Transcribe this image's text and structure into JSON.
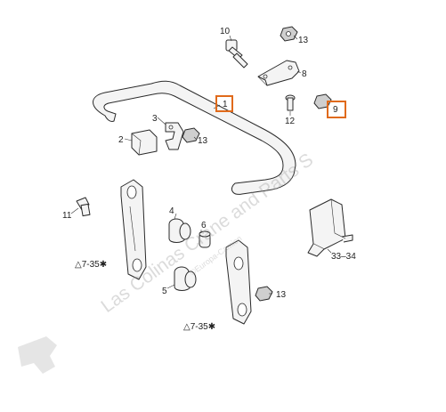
{
  "callouts": {
    "p1": "1",
    "p2": "2",
    "p3": "3",
    "p4": "4",
    "p5": "5",
    "p6": "6",
    "p8": "8",
    "p9": "9",
    "p10": "10",
    "p11": "11",
    "p12": "12",
    "p13a": "13",
    "p13b": "13",
    "p13c": "13",
    "p33_34": "33–34",
    "ref_7_35_a": "△7-35✱",
    "ref_7_35_b": "△7-35✱"
  },
  "watermark": {
    "text": "Las Colinas Crane and Parts S",
    "subtext": "©Europa-Camion"
  },
  "colors": {
    "highlight": "#e06a1b",
    "line": "#2a2a2a"
  }
}
